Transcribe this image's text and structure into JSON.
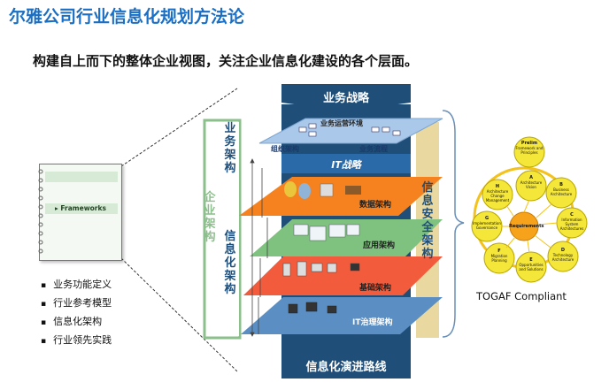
{
  "title": "尔雅公司行业信息化规划方法论",
  "subtitle": "构建自上而下的整体企业视图，关注企业信息化建设的各个层面。",
  "notebook": {
    "label": "Frameworks"
  },
  "bullets": [
    "业务功能定义",
    "行业参考模型",
    "信息化架构",
    "行业领先实践"
  ],
  "pyramid": {
    "top": "业务战略",
    "bottom": "信息化演进路线",
    "it_strategy": "IT战略",
    "biz_layer": {
      "title": "业务运营环境",
      "org": "组织架构",
      "process": "业务流程"
    },
    "layers": [
      "数据架构",
      "应用架构",
      "基础架构",
      "IT治理架构"
    ],
    "left_outer": "企业架构",
    "left_top": "业务架构",
    "left_bottom": "信息化架构",
    "right": "信息安全架构"
  },
  "togaf": {
    "label": "TOGAF Compliant",
    "center": "Requirements",
    "phases": [
      {
        "name": "Prelim",
        "sub": "Framework and Principles"
      },
      {
        "name": "A",
        "sub": "Architecture Vision"
      },
      {
        "name": "B",
        "sub": "Business Architecture"
      },
      {
        "name": "C",
        "sub": "Information System Architectures"
      },
      {
        "name": "D",
        "sub": "Technology Architecture"
      },
      {
        "name": "E",
        "sub": "Opportunities and Solutions"
      },
      {
        "name": "F",
        "sub": "Migration Planning"
      },
      {
        "name": "G",
        "sub": "Implementation Governance"
      },
      {
        "name": "H",
        "sub": "Architecture Change Management"
      }
    ]
  },
  "colors": {
    "title": "#1a6fc4",
    "banner": "#1f4e79",
    "green_frame": "#8bbf8b",
    "blue_layer": "#a9c8ea",
    "orange_layer": "#f5821f",
    "green_layer": "#7fc27f",
    "red_layer": "#f25c3c",
    "steel_layer": "#5b8fc4",
    "security_bar": "#e9d9a0",
    "togaf_yellow": "#f5e63a",
    "togaf_center": "#f7a21b"
  }
}
